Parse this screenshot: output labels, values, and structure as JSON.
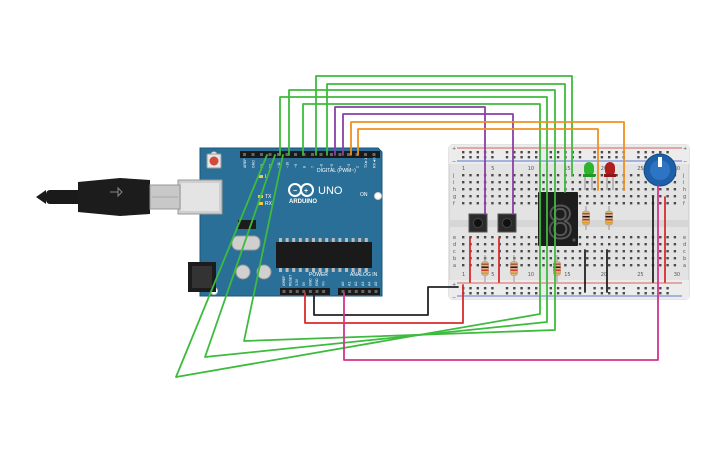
{
  "board": {
    "brand": "ARDUINO",
    "model": "UNO",
    "digital_label": "DIGITAL (PWM~)",
    "power_label": "POWER",
    "analog_label": "ANALOG IN",
    "tx_label": "TX",
    "rx_label": "RX",
    "l_label": "L",
    "on_label": "ON",
    "header_top": [
      "AREF",
      "GND",
      "13",
      "12",
      "~11",
      "~10",
      "~9",
      "8",
      "7",
      "~6",
      "~5",
      "4",
      "~3",
      "2",
      "TX►1",
      "RX◄0"
    ],
    "header_power": [
      "IOREF",
      "RESET",
      "3.3V",
      "5V",
      "GND",
      "GND",
      "Vin"
    ],
    "header_analog": [
      "A0",
      "A1",
      "A2",
      "A3",
      "A4",
      "A5"
    ]
  },
  "breadboard": {
    "row_letters_top": [
      "j",
      "i",
      "h",
      "g",
      "f"
    ],
    "row_letters_bottom": [
      "e",
      "d",
      "c",
      "b",
      "a"
    ],
    "column_numbers": [
      "1",
      "5",
      "10",
      "15",
      "20",
      "25",
      "30"
    ],
    "rail_plus": "+",
    "rail_minus": "−"
  },
  "display": {
    "digit": "8"
  },
  "colors": {
    "board": "#2a6f97",
    "board_dark": "#1f5677",
    "breadboard": "#e6e6e6",
    "wire_green": "#3dbb3d",
    "wire_purple": "#8a3fa5",
    "wire_orange": "#f0901e",
    "wire_red": "#d92b2b",
    "wire_black": "#222222",
    "wire_pink": "#d2348c",
    "led_green": "#2db52d",
    "led_red": "#b01e1e",
    "pot": "#1d5fa8"
  },
  "icons": [
    "usb-cable-icon",
    "reset-button-icon",
    "power-jack-icon",
    "chip-icon",
    "seven-segment-icon",
    "potentiometer-icon",
    "pushbutton-icon",
    "resistor-icon",
    "led-icon"
  ]
}
